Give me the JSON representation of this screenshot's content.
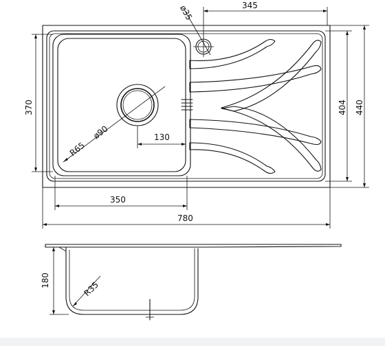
{
  "dimensions": {
    "drain_diameter": "ø35",
    "top_right_width": "345",
    "bowl_height": "370",
    "inner_height": "404",
    "overall_height": "440",
    "radius_corner": "R65",
    "strainer_diameter": "ø90",
    "drain_offset": "130",
    "bowl_width": "350",
    "overall_width": "780",
    "depth": "180",
    "bottom_radius": "R35"
  },
  "colors": {
    "line": "#111111",
    "background": "#ffffff",
    "strip": "#f1f2f4"
  }
}
